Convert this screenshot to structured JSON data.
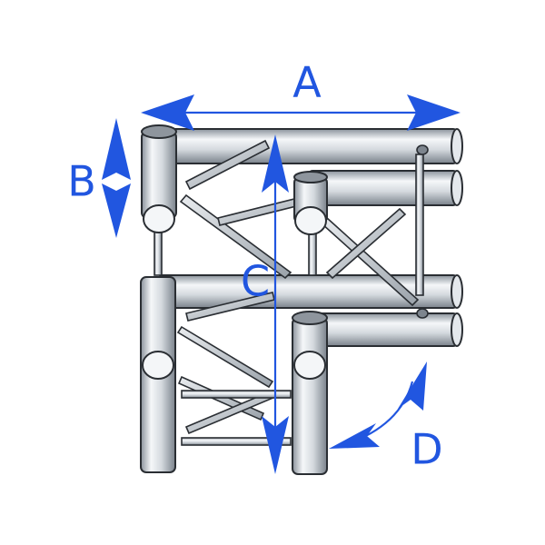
{
  "diagram": {
    "dimensions": {
      "a": {
        "label": "A"
      },
      "b": {
        "label": "B"
      },
      "c": {
        "label": "C"
      },
      "d": {
        "label": "D"
      }
    },
    "colors": {
      "arrow": "#2156e0",
      "tube_light": "#f4f6f8",
      "tube_mid": "#c9cfd5",
      "tube_dark": "#7d858e",
      "outline": "#2a2e33"
    }
  }
}
